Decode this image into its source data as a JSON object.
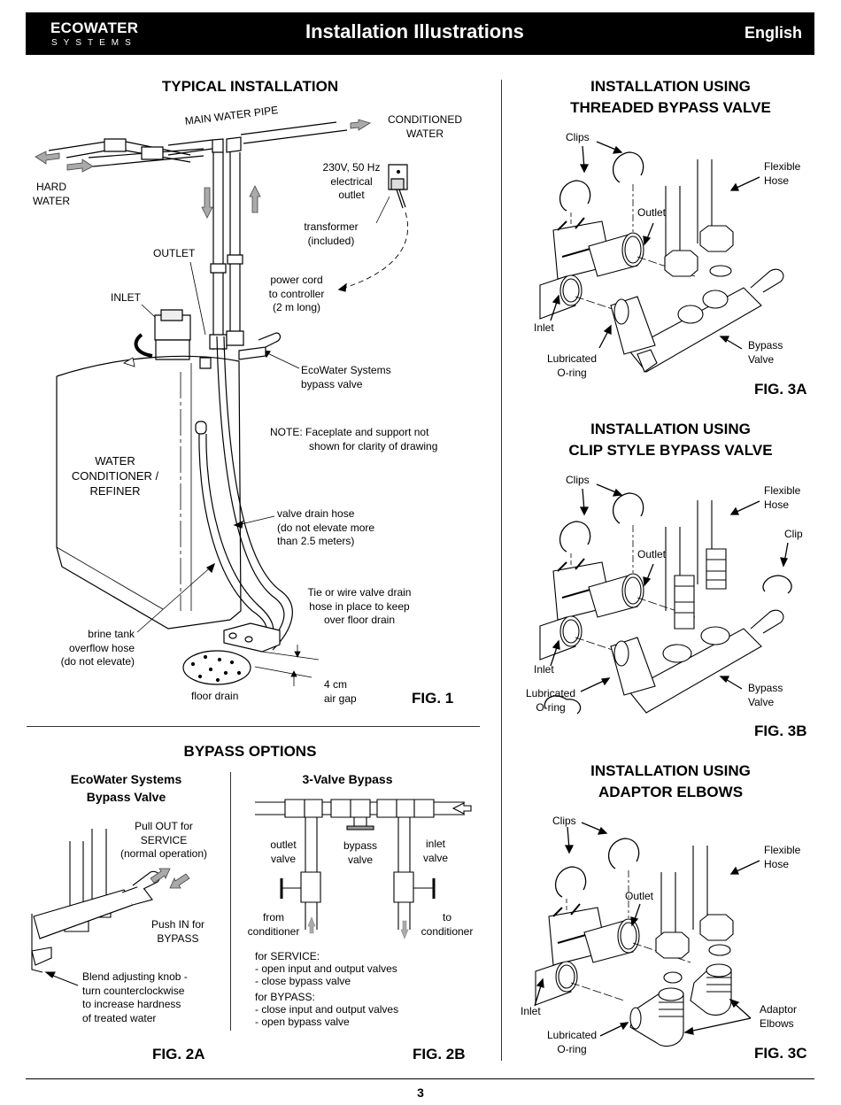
{
  "header": {
    "brand_main": "ECOWATER",
    "brand_sub": "SYSTEMS",
    "title": "Installation Illustrations",
    "language": "English"
  },
  "fig1": {
    "title": "TYPICAL INSTALLATION",
    "main_pipe": "MAIN WATER PIPE",
    "conditioned": [
      "CONDITIONED",
      "WATER"
    ],
    "hard": [
      "HARD",
      "WATER"
    ],
    "outlet_spec": [
      "230V, 50 Hz",
      "electrical",
      "outlet"
    ],
    "transformer": [
      "transformer",
      "(included)"
    ],
    "outlet": "OUTLET",
    "inlet": "INLET",
    "power_cord": [
      "power cord",
      "to controller",
      "(2 m long)"
    ],
    "bypass_valve": [
      "EcoWater Systems",
      "bypass valve"
    ],
    "note": [
      "NOTE: Faceplate and support not",
      "shown for clarity of drawing"
    ],
    "conditioner": [
      "WATER",
      "CONDITIONER /",
      "REFINER"
    ],
    "drain_hose": [
      "valve drain hose",
      "(do not elevate more",
      "than 2.5 meters)"
    ],
    "tie_wire": [
      "Tie or wire valve drain",
      "hose in place to keep",
      "over floor drain"
    ],
    "brine": [
      "brine tank",
      "overflow hose",
      "(do not elevate)"
    ],
    "floor_drain": "floor drain",
    "air_gap": [
      "4 cm",
      "air gap"
    ],
    "fig_label": "FIG. 1"
  },
  "fig2": {
    "title": "BYPASS OPTIONS",
    "a": {
      "title": [
        "EcoWater Systems",
        "Bypass Valve"
      ],
      "pull": [
        "Pull OUT for",
        "SERVICE",
        "(normal operation)"
      ],
      "push": [
        "Push IN for",
        "BYPASS"
      ],
      "blend": [
        "Blend adjusting knob -",
        "turn counterclockwise",
        "to increase hardness",
        "of treated water"
      ],
      "fig_label": "FIG. 2A"
    },
    "b": {
      "title": "3-Valve Bypass",
      "outlet_valve": [
        "outlet",
        "valve"
      ],
      "bypass_valve": [
        "bypass",
        "valve"
      ],
      "inlet_valve": [
        "inlet",
        "valve"
      ],
      "from": [
        "from",
        "conditioner"
      ],
      "to": [
        "to",
        "conditioner"
      ],
      "service_head": "for SERVICE:",
      "service": [
        "- open input and output valves",
        "- close bypass valve"
      ],
      "bypass_head": "for BYPASS:",
      "bypass": [
        "- close input and output valves",
        "- open bypass valve"
      ],
      "fig_label": "FIG. 2B"
    }
  },
  "fig3a": {
    "title": [
      "INSTALLATION USING",
      "THREADED BYPASS VALVE"
    ],
    "clips": "Clips",
    "flex": [
      "Flexible",
      "Hose"
    ],
    "outlet": "Outlet",
    "inlet": "Inlet",
    "oring": [
      "Lubricated",
      "O-ring"
    ],
    "bypass": [
      "Bypass",
      "Valve"
    ],
    "fig_label": "FIG. 3A"
  },
  "fig3b": {
    "title": [
      "INSTALLATION USING",
      "CLIP STYLE BYPASS VALVE"
    ],
    "clips": "Clips",
    "flex": [
      "Flexible",
      "Hose"
    ],
    "clip": "Clip",
    "outlet": "Outlet",
    "inlet": "Inlet",
    "oring": [
      "Lubricated",
      "O-ring"
    ],
    "bypass": [
      "Bypass",
      "Valve"
    ],
    "fig_label": "FIG. 3B"
  },
  "fig3c": {
    "title": [
      "INSTALLATION USING",
      "ADAPTOR ELBOWS"
    ],
    "clips": "Clips",
    "flex": [
      "Flexible",
      "Hose"
    ],
    "outlet": "Outlet",
    "inlet": "Inlet",
    "oring": [
      "Lubricated",
      "O-ring"
    ],
    "elbows": [
      "Adaptor",
      "Elbows"
    ],
    "fig_label": "FIG. 3C"
  },
  "footer": {
    "page_number": "3"
  }
}
